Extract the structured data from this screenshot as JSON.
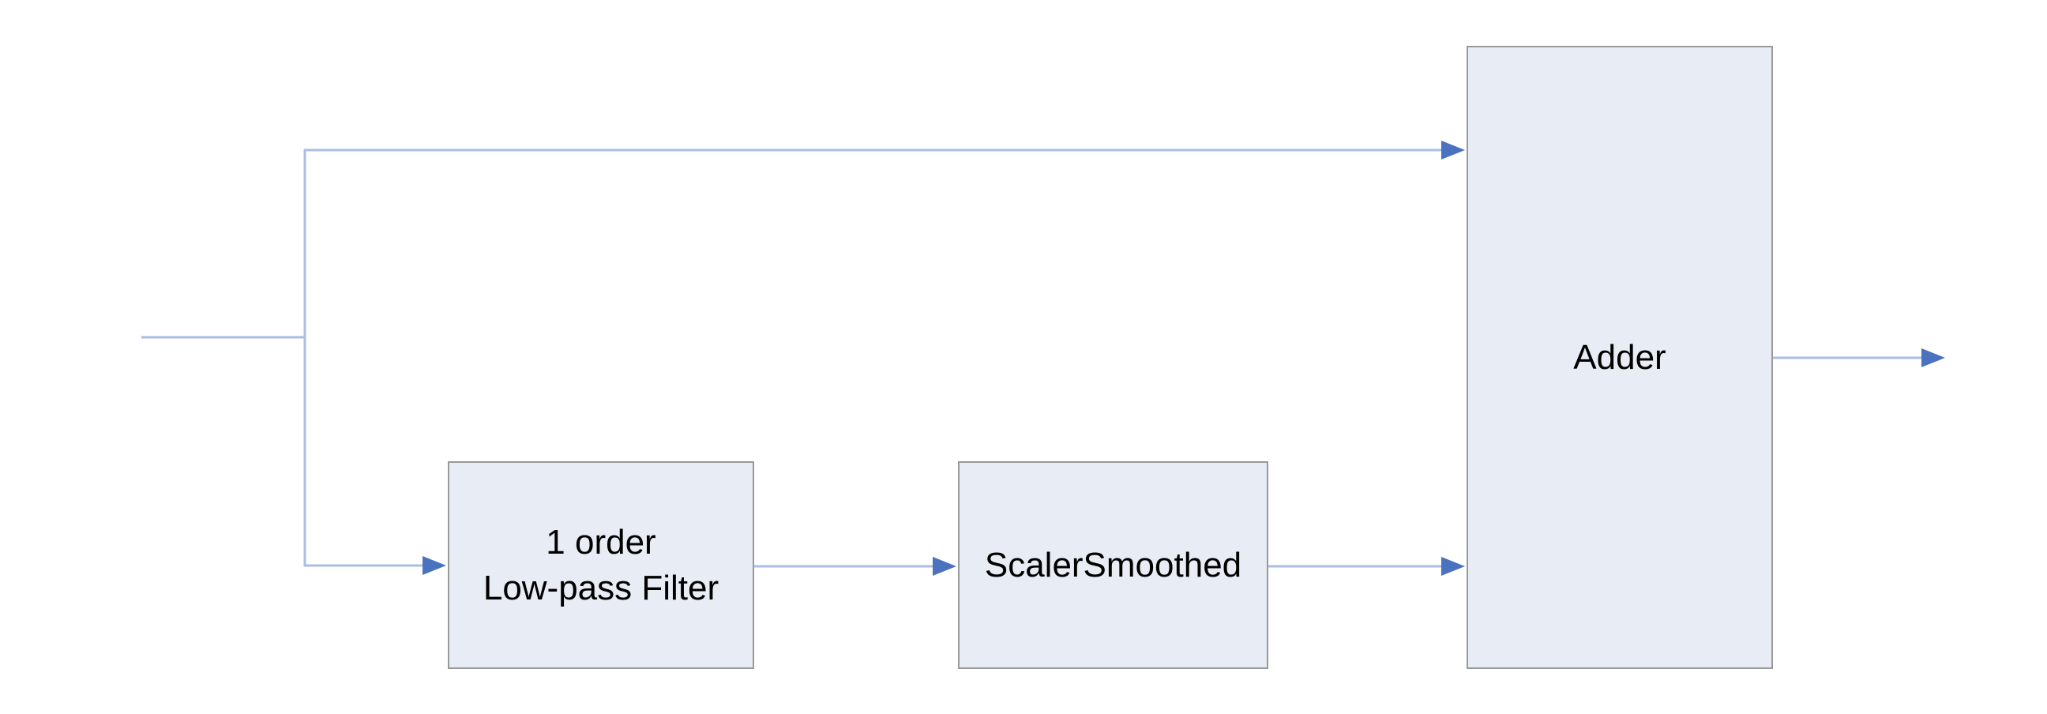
{
  "diagram": {
    "blocks": {
      "lowpass": {
        "label_line1": "1 order",
        "label_line2": "Low-pass Filter"
      },
      "scaler": {
        "label": "ScalerSmoothed"
      },
      "adder": {
        "label": "Adder"
      }
    },
    "edges": [
      {
        "from": "input",
        "to": "adder",
        "arrow": true
      },
      {
        "from": "input",
        "to": "lowpass",
        "arrow": true
      },
      {
        "from": "lowpass",
        "to": "scaler",
        "arrow": true
      },
      {
        "from": "scaler",
        "to": "adder",
        "arrow": true
      },
      {
        "from": "adder",
        "to": "output",
        "arrow": true
      }
    ],
    "colors": {
      "background": "#ffffff",
      "block_fill": "#e8ecf4",
      "block_border": "#999999",
      "connector": "#aabde2",
      "arrowhead": "#4b72be",
      "label_text": "#000000"
    }
  }
}
